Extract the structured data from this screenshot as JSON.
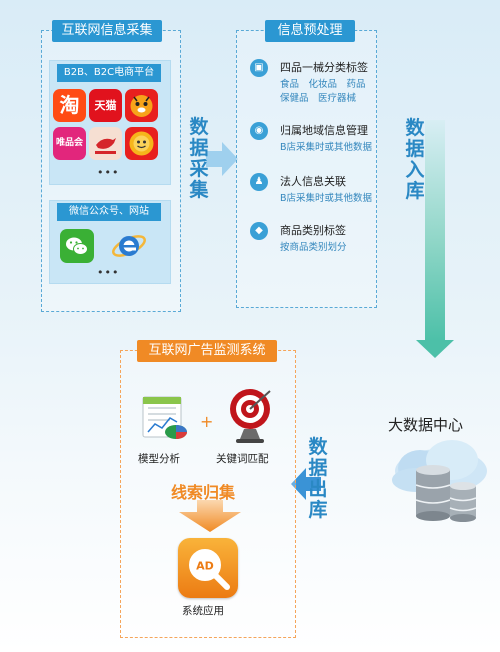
{
  "collect": {
    "title": "互联网信息采集",
    "b2b": {
      "title": "B2B、B2C电商平台",
      "apps": [
        {
          "name": "taobao-icon",
          "text": "淘"
        },
        {
          "name": "tmall-icon",
          "text": "天猫"
        },
        {
          "name": "tiger-app-icon",
          "text": ""
        },
        {
          "name": "vipshop-icon",
          "text": "唯品会"
        },
        {
          "name": "bird-app-icon",
          "text": ""
        },
        {
          "name": "sun-app-icon",
          "text": ""
        }
      ],
      "more": "•••"
    },
    "wechat": {
      "title": "微信公众号、网站",
      "more": "•••"
    }
  },
  "arrow1": [
    "数",
    "据",
    "采",
    "集"
  ],
  "preprocess": {
    "title": "信息预处理",
    "items": [
      {
        "title": "四品一械分类标签",
        "subs": [
          "食品　化妆品　药品",
          "保健品　医疗器械"
        ]
      },
      {
        "title": "归属地域信息管理",
        "subs": [
          "B店采集时或其他数据"
        ]
      },
      {
        "title": "法人信息关联",
        "subs": [
          "B店采集时或其他数据"
        ]
      },
      {
        "title": "商品类别标签",
        "subs": [
          "按商品类别划分"
        ]
      }
    ]
  },
  "arrow2": [
    "数",
    "据",
    "入",
    "库"
  ],
  "datacenter": {
    "label": "大数据中心"
  },
  "arrow3": [
    "数",
    "据",
    "出",
    "库"
  ],
  "monitor": {
    "title": "互联网广告监测系统",
    "model_label": "模型分析",
    "keyword_label": "关键词匹配",
    "plus": "+",
    "clue_label": "线索归集",
    "app_label": "系统应用",
    "ad_text": "AD"
  },
  "colors": {
    "blue": "#2b97d2",
    "orange": "#f08a25",
    "arrow_blue": "#5aaee0",
    "arrow_green": "#4cc0a8"
  }
}
